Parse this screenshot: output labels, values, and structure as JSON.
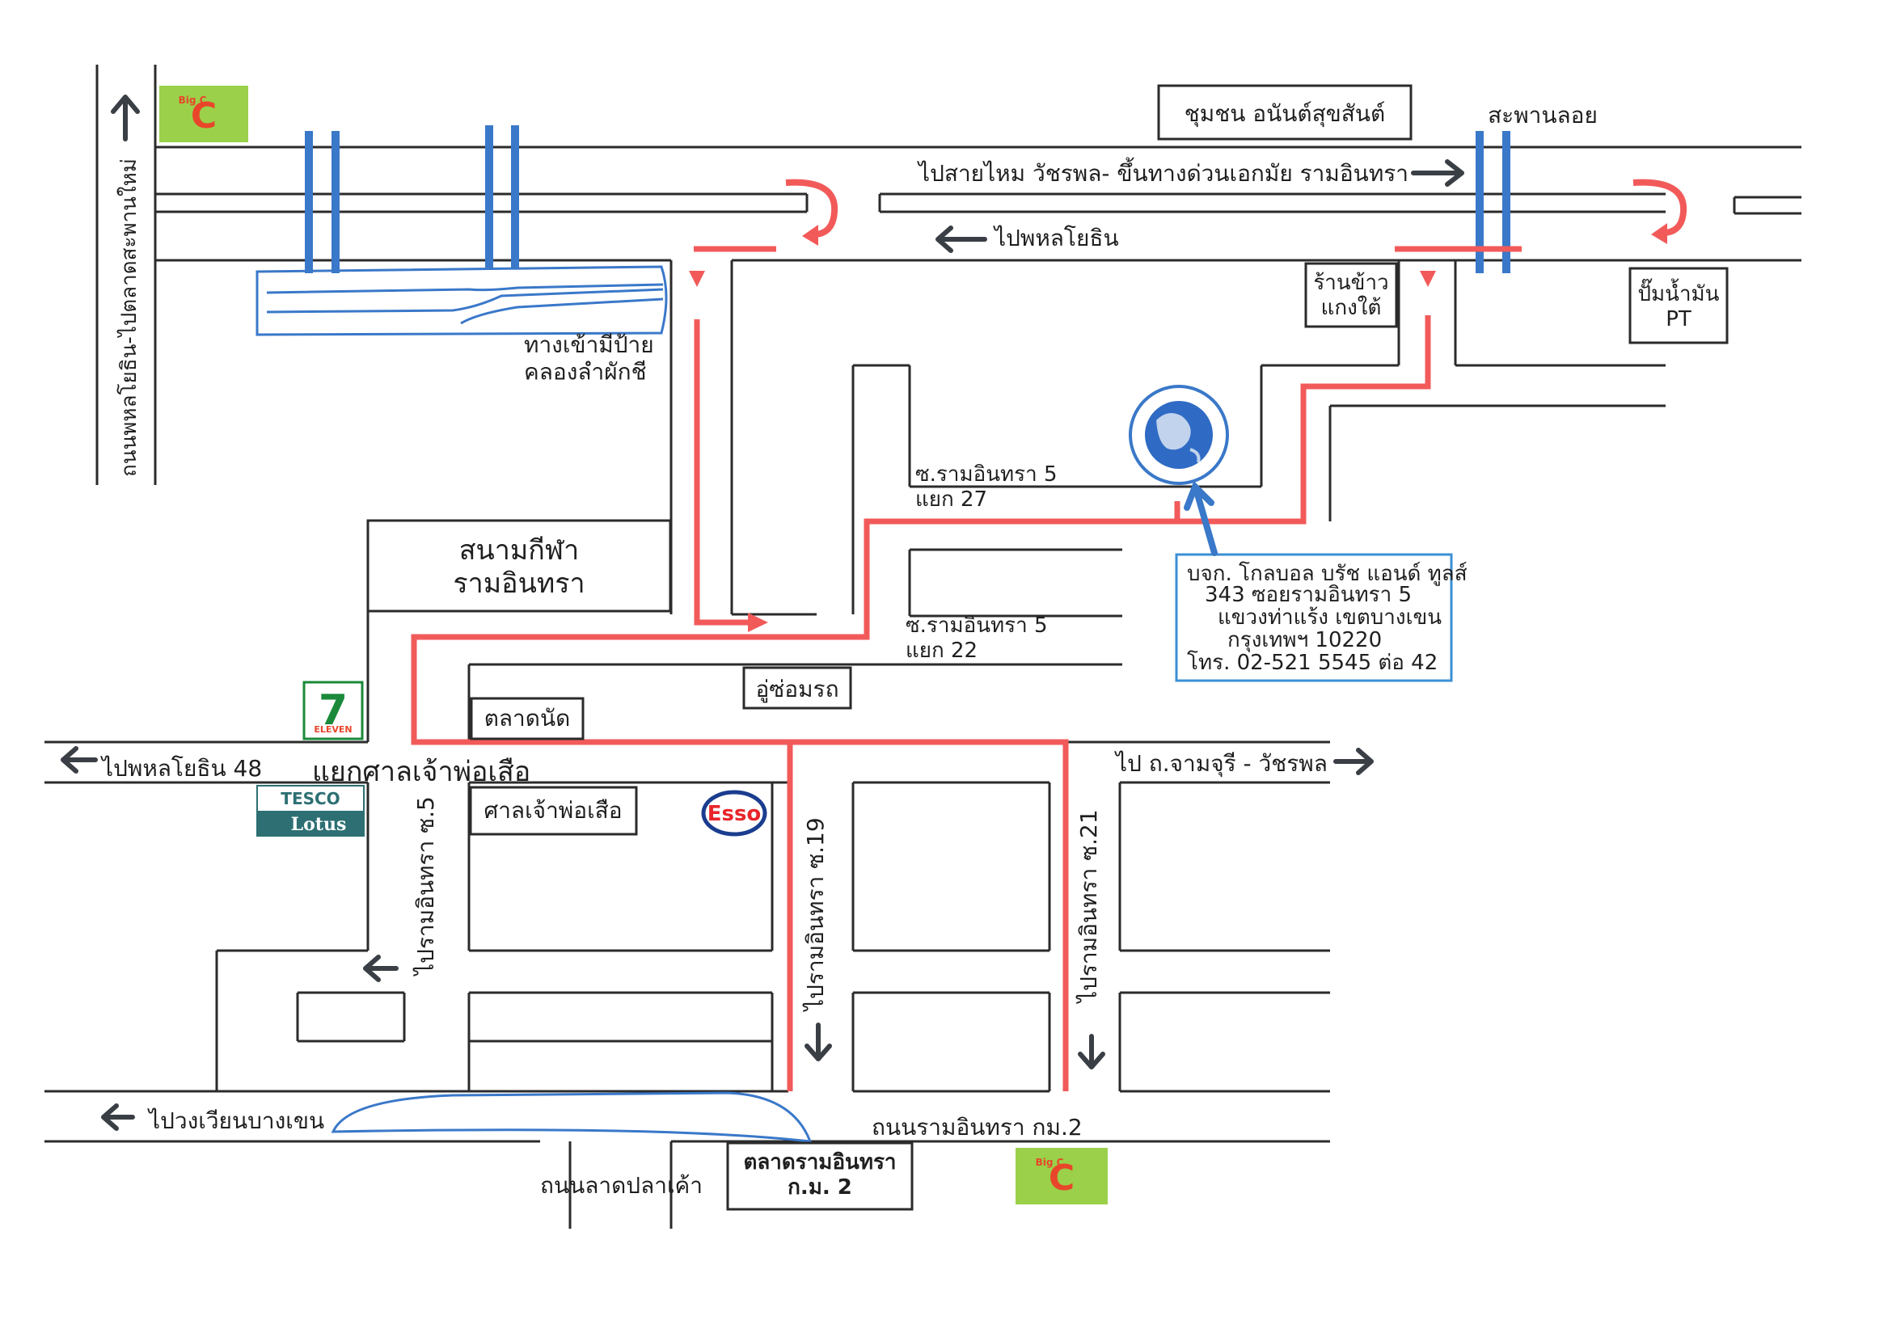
{
  "colors": {
    "route": "#f25a5a",
    "bridge": "#3a78c9",
    "road": "#2b2b2b",
    "info_border": "#3a8fd6",
    "bigc_bg": "#9bd04a",
    "bigc_red": "#e8462a",
    "esso_red": "#e8262a",
    "esso_blue": "#1b3d8f",
    "seven_green": "#1a8a3a",
    "tesco_teal": "#2d6f73"
  },
  "icons": [
    "bigc-logo",
    "seven-eleven-logo",
    "tesco-lotus-logo",
    "esso-logo",
    "company-globe-logo",
    "u-turn-icon",
    "arrow-icon"
  ],
  "labels": {
    "road_phahon_vertical": "ถนนพหลโยธิน-ไปตลาดสะพานใหม่",
    "community": "ชุมชน อนันต์สุขสันต์",
    "floating_bridge": "สะพานลอย",
    "to_saimai": "ไปสายไหม วัชรพล- ขึ้นทางด่วนเอกมัย รามอินทรา",
    "to_phahon": "ไปพหลโยธิน",
    "rice_shop": "ร้านข้าว\nแกงใต้",
    "gas_station": "ปั๊มน้ำมัน\nPT",
    "canal_entrance": "ทางเข้ามีป้าย\nคลองลำผักชี",
    "soi_27": "ซ.รามอินทรา 5\nแยก 27",
    "stadium": "สนามกีฬา\nรามอินทรา",
    "soi_22": "ซ.รามอินทรา 5\nแยก 22",
    "garage": "อู่ซ่อมรถ",
    "market": "ตลาดนัด",
    "to_phahon48": "ไปพหลโยธิน 48",
    "junction": "แยกศาลเจ้าพ่อเสือ",
    "shrine": "ศาลเจ้าพ่อเสือ",
    "to_chamchuri": "ไป ถ.จามจุรี  -  วัชรพล",
    "to_ram5": "ไปรามอินทรา ซ.5",
    "to_ram19": "ไปรามอินทรา ซ.19",
    "to_ram21": "ไปรามอินทรา ซ.21",
    "to_bangkhen": "ไปวงเวียนบางเขน",
    "road_km2": "ถนนรามอินทรา กม.2",
    "road_ladpla": "ถนนลาดปลาเค้า",
    "ramintra_market": "ตลาดรามอินทรา\nก.ม. 2"
  },
  "company": {
    "name": "บจก. โกลบอล บรัช แอนด์ ทูลส์",
    "address1": "343 ซอยรามอินทรา 5",
    "address2": "แขวงท่าแร้ง  เขตบางเขน",
    "address3": "กรุงเทพฯ  10220",
    "phone": "โทร. 02-521 5545 ต่อ 42"
  },
  "logos": {
    "bigc": "Big C",
    "seven": "7",
    "seven_sub": "ELEVEN",
    "tesco": "TESCO",
    "lotus": "Lotus",
    "esso": "Esso"
  }
}
